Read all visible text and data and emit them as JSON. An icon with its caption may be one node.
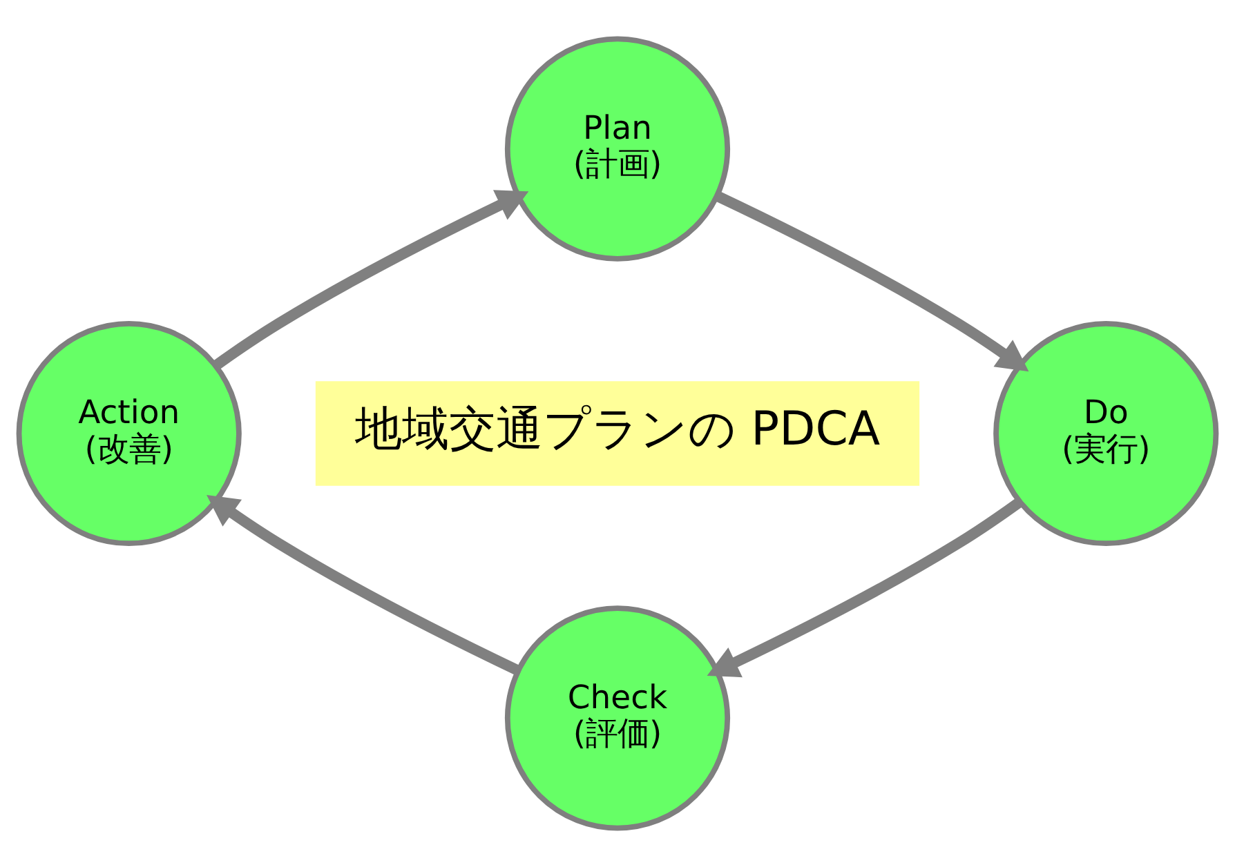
{
  "diagram": {
    "nodes": [
      {
        "text": [
          "Plan",
          "(計画)"
        ]
      },
      {
        "text": [
          "Action",
          "(改善)"
        ]
      },
      {
        "text": [
          "地域交通プランの PDCA"
        ]
      },
      {
        "text": [
          "Do",
          "(実行)"
        ]
      },
      {
        "text": [
          "Check",
          "(評価)"
        ]
      }
    ],
    "edges": [
      {
        "from": 0,
        "to": 3,
        "arrow": "to"
      },
      {
        "from": 3,
        "to": 4,
        "arrow": "to"
      },
      {
        "from": 4,
        "to": 1,
        "arrow": "to"
      },
      {
        "from": 1,
        "to": 0,
        "arrow": "to"
      }
    ]
  }
}
